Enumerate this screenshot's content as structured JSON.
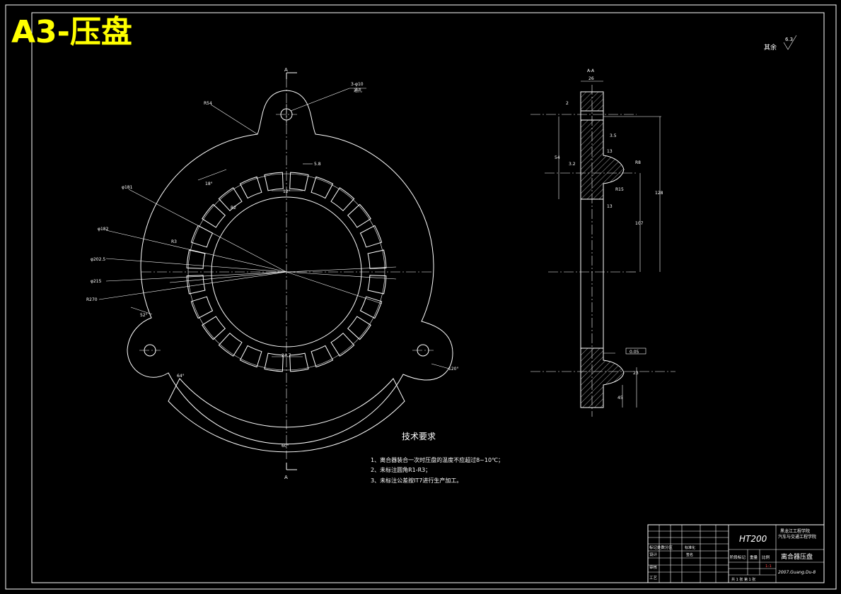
{
  "sheet_title": "A3-压盘",
  "roughness_note": {
    "label": "其余",
    "value": "6.3"
  },
  "section_label": "A-A",
  "cut_marker": "A",
  "dimensions": {
    "r54": "R54",
    "holes": "3-φ10",
    "holes_note": "通孔",
    "phi181": "φ181",
    "phi182": "φ182",
    "phi202": "φ202.5",
    "phi215": "φ215",
    "r270": "R270",
    "r3": "R3",
    "r2": "R2",
    "a18": "18°",
    "a12": "12°",
    "a5": "5.8",
    "w24": "24.7",
    "a52": "52°",
    "a64": "64°",
    "a60": "60°",
    "a120": "120°",
    "s_top": "26",
    "s_2": "2",
    "s_13a": "13",
    "s_13b": "13",
    "s_35": "3.5",
    "s_r8": "R8",
    "s_r15": "R15",
    "s_54": "54",
    "s_32": "3.2",
    "s_128": "128",
    "s_107": "107",
    "s_tol": "0.05",
    "s_23": "23",
    "s_45": "45"
  },
  "tech_title": "技术要求",
  "tech_notes": [
    "1、离合器装合一次时压盘的温度不应超过8~10℃；",
    "2、未标注圆角R1-R3；",
    "3、未标注公差按IT7进行生产加工。"
  ],
  "title_block": {
    "material": "HT200",
    "school_1": "黑龙江工程学院",
    "school_2": "汽车与交通工程学院",
    "part_name": "离合器压盘",
    "drawing_no": "2007.Guang.Du-8",
    "rows": [
      "标记处数分区",
      "设计",
      "审核",
      "工艺"
    ],
    "cols": [
      "阶段标记",
      "重量",
      "比例"
    ],
    "scale": "1:1",
    "sheet": "共 1 张 第 1 张",
    "std": "标准化",
    "sign": "签名"
  }
}
